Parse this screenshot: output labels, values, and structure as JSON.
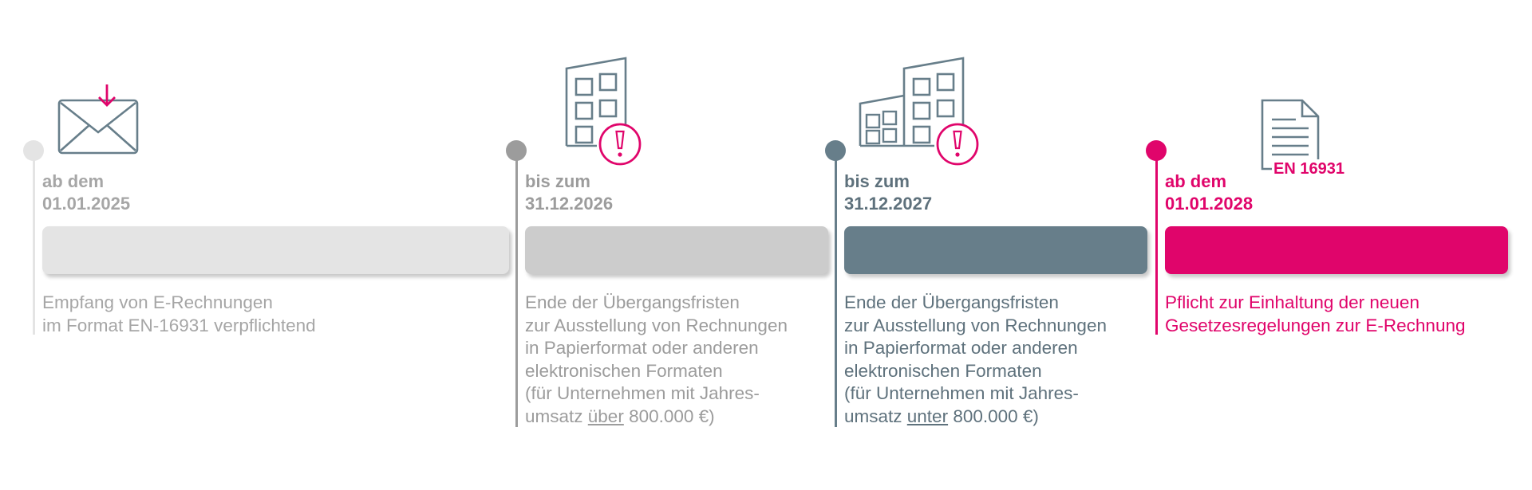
{
  "colors": {
    "stage1": "#e4e4e4",
    "stage1_text": "#a6a6a6",
    "stage2": "#cccccc",
    "stage2_text": "#9c9c9c",
    "stage3": "#677e8a",
    "stage3_text": "#5e717c",
    "stage4": "#e0056b"
  },
  "milestones": [
    {
      "icon": "envelope-download-icon",
      "date_line1": "ab dem",
      "date_line2": "01.01.2025",
      "desc": [
        "Empfang von E-Rechnungen",
        "im Format EN-16931 verpflichtend"
      ]
    },
    {
      "icon": "building-warning-icon",
      "date_line1": "bis zum",
      "date_line2": "31.12.2026",
      "desc": [
        "Ende der Übergangsfristen",
        "zur Ausstellung von Rechnungen",
        "in Papierformat oder anderen",
        "elektronischen Formaten",
        "(für Unternehmen mit Jahres-"
      ],
      "desc_last_pre": "umsatz ",
      "desc_last_emph": "über",
      "desc_last_post": " 800.000 €)"
    },
    {
      "icon": "buildings-warning-icon",
      "date_line1": "bis zum",
      "date_line2": "31.12.2027",
      "desc": [
        "Ende der Übergangsfristen",
        "zur Ausstellung von Rechnungen",
        "in Papierformat oder anderen",
        "elektronischen Formaten",
        "(für Unternehmen mit Jahres-"
      ],
      "desc_last_pre": "umsatz ",
      "desc_last_emph": "unter",
      "desc_last_post": " 800.000 €)"
    },
    {
      "icon": "document-en16931-icon",
      "icon_label": "EN 16931",
      "date_line1": "ab dem",
      "date_line2": "01.01.2028",
      "desc": [
        "Pflicht zur Einhaltung der neuen",
        "Gesetzesregelungen zur E-Rechnung"
      ]
    }
  ]
}
